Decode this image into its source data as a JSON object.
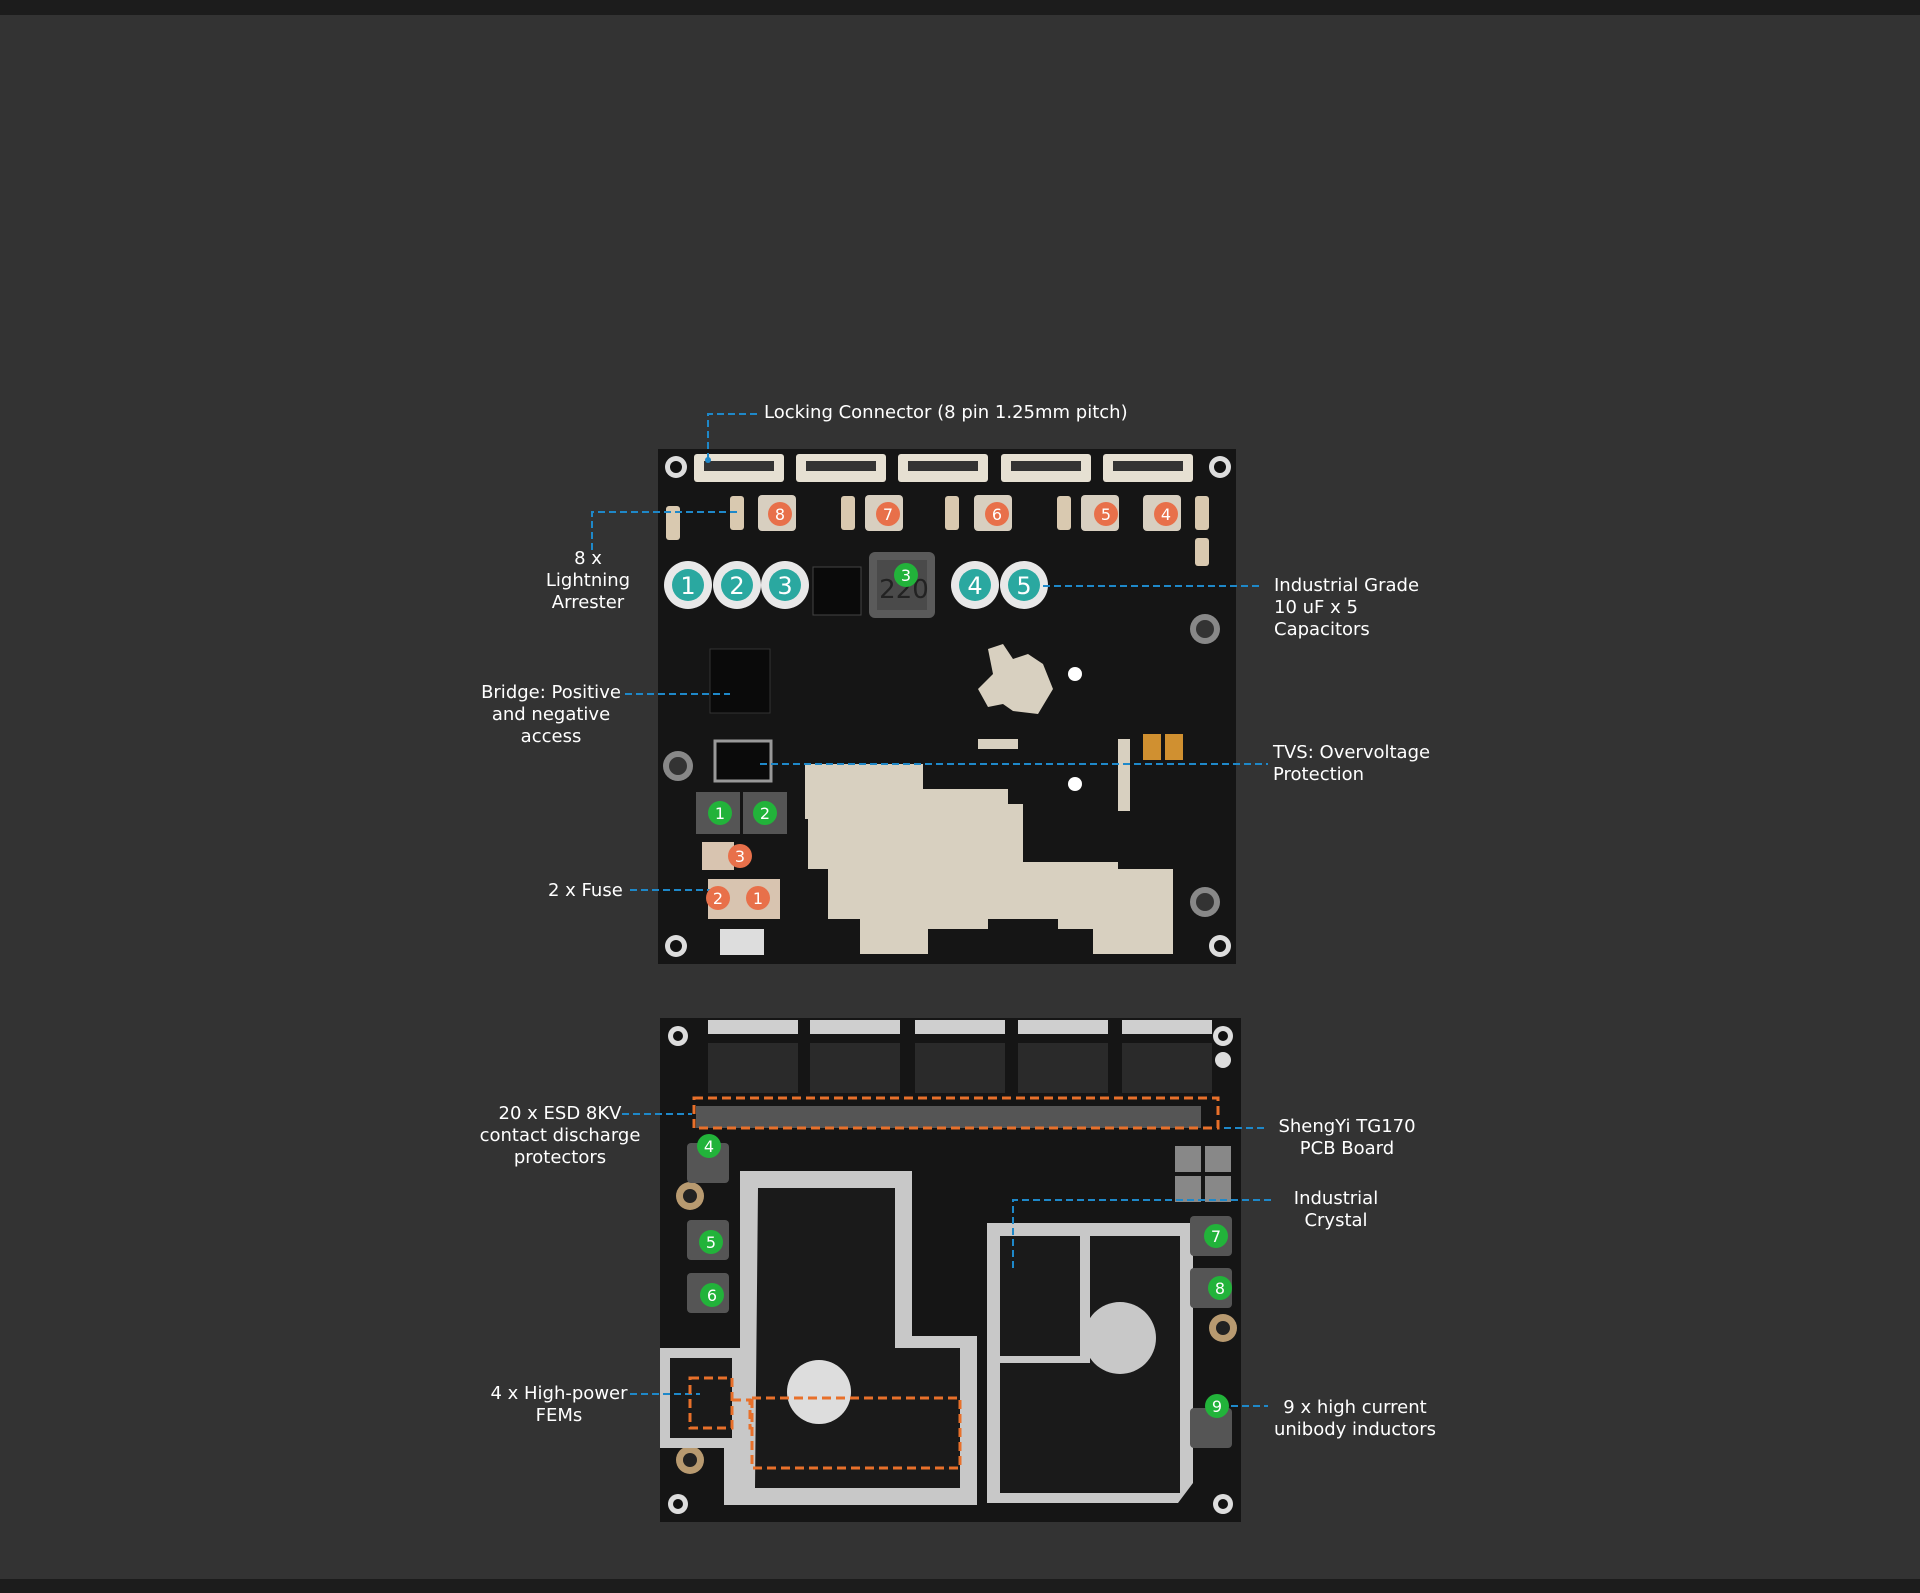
{
  "callouts": {
    "locking_connector": "Locking Connector (8 pin 1.25mm pitch)",
    "lightning_arrester": [
      "8 x",
      "Lightning",
      "Arrester"
    ],
    "capacitors": [
      "Industrial Grade",
      "10 uF x 5",
      "Capacitors"
    ],
    "bridge": [
      "Bridge: Positive",
      "and negative",
      "access"
    ],
    "tvs": [
      "TVS: Overvoltage",
      "Protection"
    ],
    "fuse": "2 x Fuse",
    "esd": [
      "20 x ESD 8KV",
      "contact discharge",
      "protectors"
    ],
    "pcb": [
      "ShengYi TG170",
      "PCB Board"
    ],
    "crystal": [
      "Industrial",
      "Crystal"
    ],
    "fems": [
      "4 x High-power",
      "FEMs"
    ],
    "inductors": [
      "9 x high current",
      "unibody inductors"
    ]
  },
  "markers": {
    "arresters": [
      "8",
      "7",
      "6",
      "5",
      "4",
      "3",
      "2",
      "1"
    ],
    "capacitors": [
      "1",
      "2",
      "3",
      "4",
      "5"
    ],
    "inductors_top": [
      "3",
      "1",
      "2"
    ],
    "inductors_bottom": [
      "4",
      "5",
      "6",
      "7",
      "8",
      "9"
    ],
    "inductor_value": "220"
  },
  "colors": {
    "background": "#333333",
    "leader_line": "#1e88c9",
    "arrester_marker": "#e8704a",
    "inductor_marker": "#22b33a",
    "capacitor_marker": "#2aa8a0",
    "highlight_box": "#e8702a",
    "board": "#151515",
    "shield": "#c8c8c8",
    "copper_pour": "#d8d0c0"
  }
}
